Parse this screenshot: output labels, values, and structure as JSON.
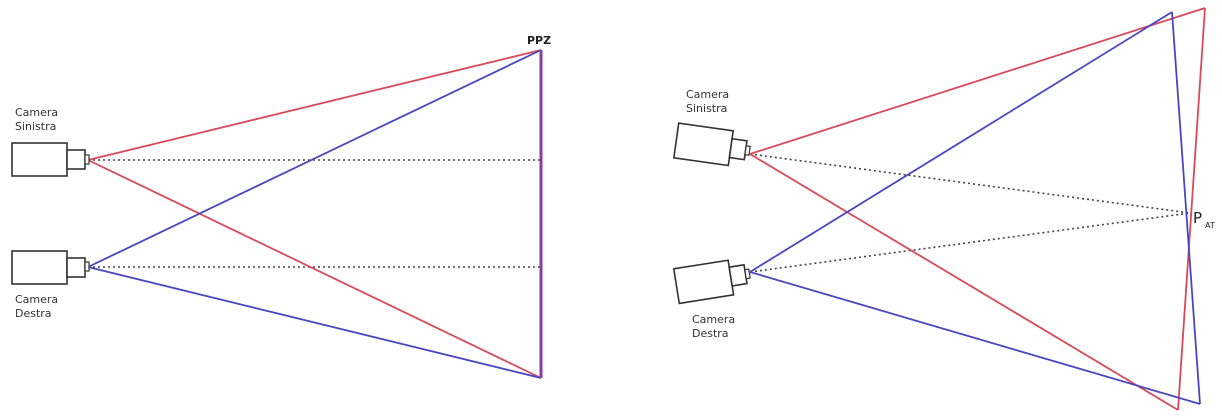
{
  "colors": {
    "left_camera_rays": "#d84a5a",
    "right_camera_rays": "#4a46c0",
    "plane": "#8c3aa8",
    "camera_outline": "#333333",
    "axis_dotted": "#444444"
  },
  "parallel_panel": {
    "left_camera_label_line1": "Camera",
    "left_camera_label_line2": "Sinistra",
    "right_camera_label_line1": "Camera",
    "right_camera_label_line2": "Destra",
    "plane_label": "PPZ"
  },
  "converging_panel": {
    "left_camera_label_line1": "Camera",
    "left_camera_label_line2": "Sinistra",
    "right_camera_label_line1": "Camera",
    "right_camera_label_line2": "Destra",
    "convergence_point_label": "P",
    "convergence_point_subscript": "AT"
  }
}
